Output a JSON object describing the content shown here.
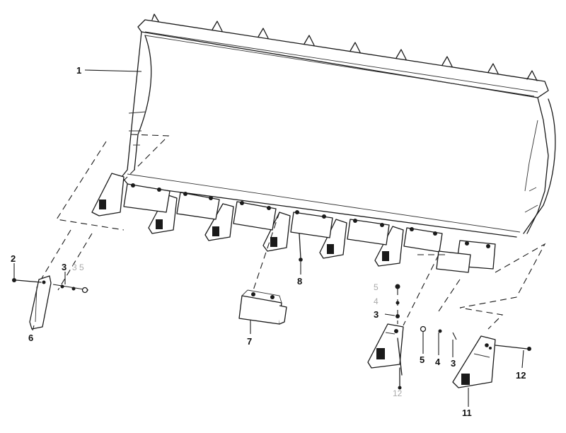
{
  "callouts": {
    "c1": "1",
    "c2": "2",
    "c3a": "3",
    "c3b": "3",
    "c3c": "3",
    "c4": "4",
    "c5a": "5",
    "c5b": "5",
    "c6": "6",
    "c7": "7",
    "c8": "8",
    "c11": "11",
    "c12": "12"
  },
  "faint_labels": {
    "f1": "3 5",
    "f2": "5",
    "f3": "4",
    "f4": "12"
  },
  "colors": {
    "ink": "#1a1a1a",
    "paper": "#ffffff"
  }
}
